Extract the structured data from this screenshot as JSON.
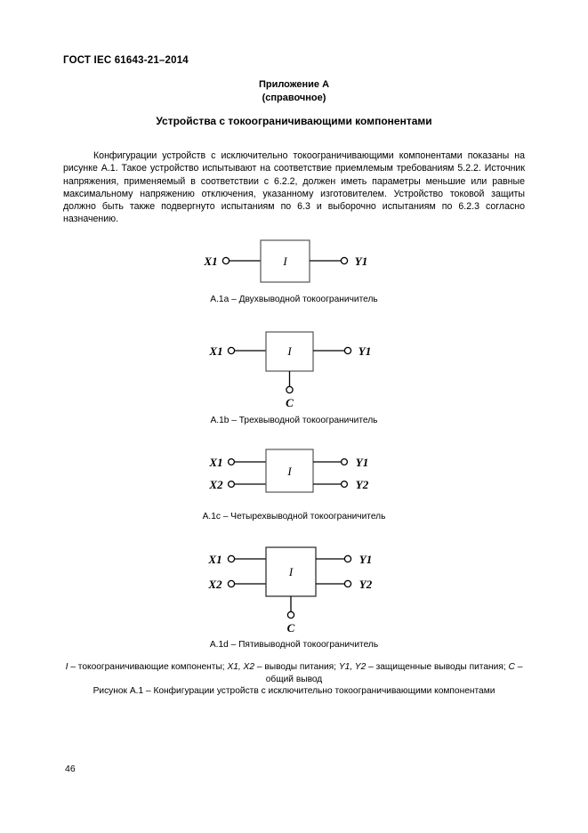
{
  "document": {
    "standard_header": "ГОСТ IEC 61643-21–2014",
    "page_number": "46"
  },
  "annex": {
    "label": "Приложение А",
    "status": "(справочное)",
    "title": "Устройства с токоограничивающими компонентами"
  },
  "body": {
    "paragraph": "Конфигурации устройств с исключительно токоограничивающими компонентами показаны на рисунке А.1. Такое устройство испытывают на соответствие приемлемым требованиям 5.2.2. Источник напряжения, применяемый в соответствии с 6.2.2, должен иметь параметры меньшие или равные максимальному напряжению отключения, указанному изготовителем. Устройство токовой защиты должно быть также подвергнуто испытаниям по 6.3 и выборочно испытаниям по 6.2.3 согласно назначению."
  },
  "figures": [
    {
      "id": "a1a",
      "caption": "А.1а – Двухвыводной токоограничитель",
      "block_label": "I",
      "terminals_left": [
        "X1"
      ],
      "terminals_right": [
        "Y1"
      ],
      "terminal_bottom": null
    },
    {
      "id": "a1b",
      "caption": "А.1b – Трехвыводной токоограничитель",
      "block_label": "I",
      "terminals_left": [
        "X1"
      ],
      "terminals_right": [
        "Y1"
      ],
      "terminal_bottom": "C"
    },
    {
      "id": "a1c",
      "caption": "А.1c – Четырехвыводной токоограничитель",
      "block_label": "I",
      "terminals_left": [
        "X1",
        "X2"
      ],
      "terminals_right": [
        "Y1",
        "Y2"
      ],
      "terminal_bottom": null
    },
    {
      "id": "a1d",
      "caption": "А.1d – Пятивыводной токоограничитель",
      "block_label": "I",
      "terminals_left": [
        "X1",
        "X2"
      ],
      "terminals_right": [
        "Y1",
        "Y2"
      ],
      "terminal_bottom": "C"
    }
  ],
  "figure_legend": {
    "line1_part1": "I",
    "line1_part2": " – токоограничивающие компоненты; ",
    "line1_part3": "X1, X2",
    "line1_part4": " – выводы питания; ",
    "line1_part5": "Y1, Y2",
    "line1_part6": " – защищенные выводы",
    "line2_part1": "питания; ",
    "line2_part2": "C",
    "line2_part3": " – общий вывод"
  },
  "figure_main_caption": "Рисунок А.1 – Конфигурации устройств с исключительно токоограничивающими компонентами",
  "colors": {
    "text": "#000000",
    "page_background": "#ffffff",
    "line": "#000000"
  }
}
